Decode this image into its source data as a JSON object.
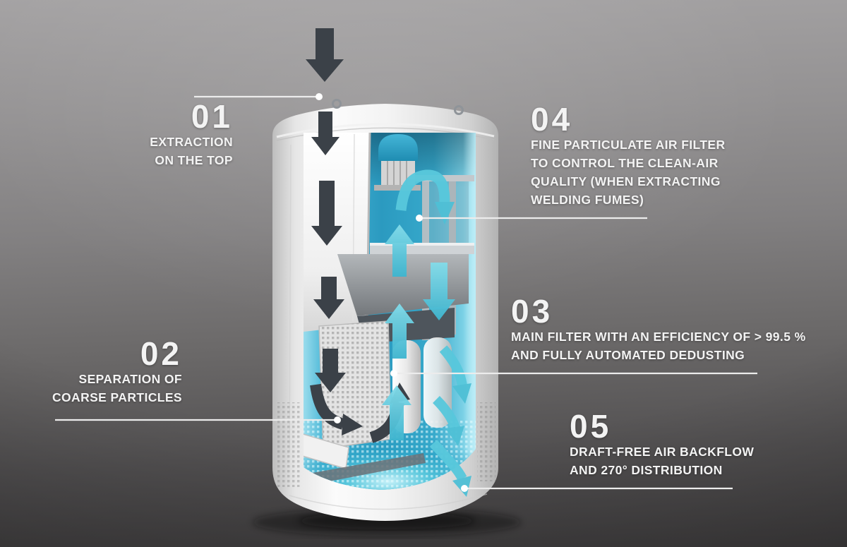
{
  "diagram_subject": "cylindrical-dust-extractor-airflow-cutaway",
  "callouts": [
    {
      "number": "01",
      "lines": [
        "EXTRACTION",
        "ON THE TOP"
      ]
    },
    {
      "number": "02",
      "lines": [
        "SEPARATION OF",
        "COARSE PARTICLES"
      ]
    },
    {
      "number": "03",
      "lines": [
        "MAIN FILTER WITH AN EFFICIENCY OF > 99.5 %",
        "AND FULLY AUTOMATED DEDUSTING"
      ]
    },
    {
      "number": "04",
      "lines": [
        "FINE PARTICULATE AIR FILTER",
        "TO CONTROL THE CLEAN-AIR",
        "QUALITY (WHEN EXTRACTING",
        "WELDING FUMES)"
      ]
    },
    {
      "number": "05",
      "lines": [
        "DRAFT-FREE AIR BACKFLOW",
        "AND 270° DISTRIBUTION"
      ]
    }
  ],
  "colors": {
    "text": "#f3f3f3",
    "leader_line": "#ececec",
    "accent_teal": "#58c8dc",
    "dark_arrow": "#3b4148",
    "interior_blue": "#2b9ac0",
    "shell_white": "#f4f4f4"
  }
}
